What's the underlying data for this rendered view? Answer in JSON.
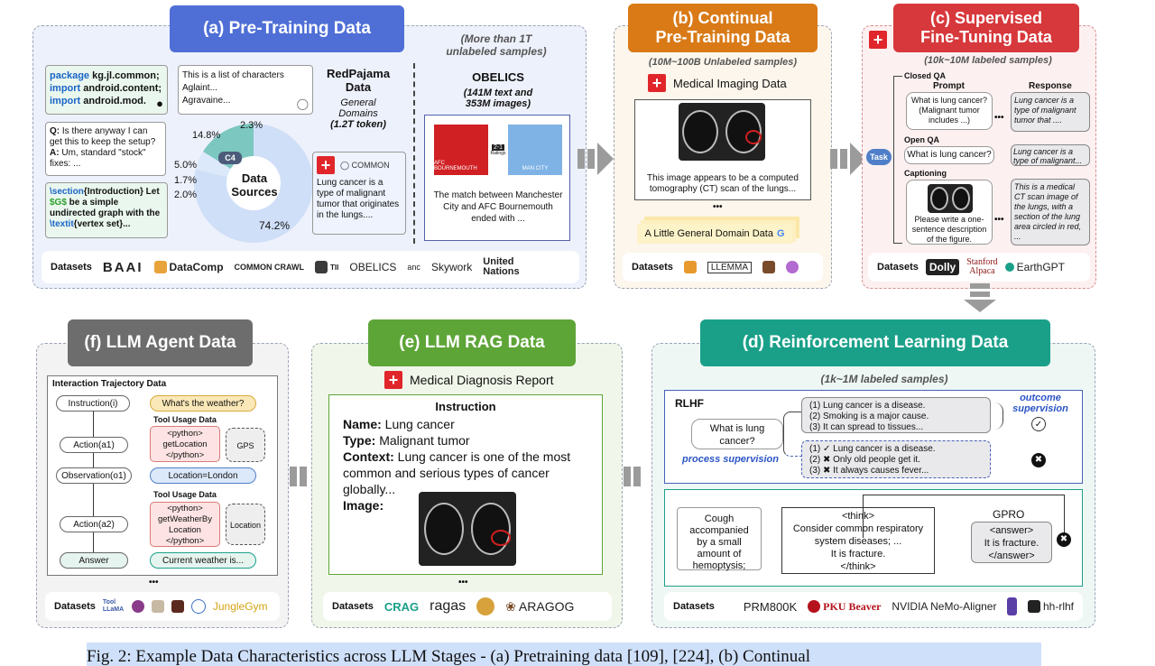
{
  "panels": {
    "a": {
      "title": "(a) Pre-Training Data",
      "note": "(More than 1T\nunlabeled samples)",
      "code": [
        "package",
        " kg.jl.common;",
        "import",
        " android.content;",
        "import",
        " android.mod."
      ],
      "characters": [
        "This is a list of characters",
        "Aglaint...",
        "Agravaine..."
      ],
      "qa": [
        "Q:",
        " Is there anyway I can get this to keep the setup?",
        "A:",
        " Um, standard \"stock\" fixes: ..."
      ],
      "latex": [
        "\\section",
        "{Introduction} Let ",
        "$G$",
        " be a simple undirected graph with the ",
        "\\textit",
        "{vertex set}..."
      ],
      "redpajama": {
        "name": "RedPajama\nData",
        "sub": "General\nDomains",
        "tok": "(1.2T token)"
      },
      "pie": {
        "center": "Data\nSources",
        "c4": "C4",
        "labels": [
          "2.3%",
          "14.8%",
          "5.0%",
          "1.7%",
          "2.0%",
          "74.2%"
        ]
      },
      "lung_text": "Lung cancer is a type of malignant tumor that originates in the lungs....",
      "obelics": {
        "name": "OBELICS",
        "stats": "(141M text and\n353M images)",
        "match": "The match between Manchester City and AFC Bournemouth ended with  ...",
        "team1": "AFC BOURNEMOUTH",
        "team2": "MAN CITY",
        "score": "2-1",
        "ratings": "Ratings"
      },
      "datasets_label": "Datasets",
      "datasets": [
        "BAAI",
        "DataComp",
        "COMMON CRAWL",
        "TII",
        "OBELICS",
        "anc",
        "Skywork",
        "United Nations"
      ]
    },
    "b": {
      "title": "(b) Continual\nPre-Training Data",
      "note": "(10M~100B Unlabeled samples)",
      "header": "Medical Imaging Data",
      "ct_caption": "This image appears to be a computed tomography (CT) scan of the lungs...",
      "dots": "•••",
      "general": "A Little General Domain Data",
      "datasets_label": "Datasets",
      "datasets": [
        "LLEMMA"
      ]
    },
    "c": {
      "title": "(c) Supervised\nFine-Tuning Data",
      "note": "(10k~10M labeled samples)",
      "task": "Task",
      "closed_qa": "Closed QA",
      "prompt_h": "Prompt",
      "response_h": "Response",
      "closed_prompt": "What is lung cancer? (Malignant tumor includes ...)",
      "closed_resp": "Lung cancer is a type of malignant tumor that ....",
      "open_qa": "Open QA",
      "open_prompt": "What is lung cancer?",
      "open_resp": "Lung cancer is a type of malignant...",
      "captioning": "Captioning",
      "cap_prompt": "Please write a one-sentence description of the figure.",
      "cap_resp": "This is a medical CT scan image of the lungs, with a section of the lung area circled in red, ...",
      "datasets_label": "Datasets",
      "datasets": [
        "Dolly",
        "Stanford\nAlpaca",
        "EarthGPT"
      ]
    },
    "d": {
      "title": "(d) Reinforcement Learning Data",
      "note": "(1k~1M labeled samples)",
      "rlhf": "RLHF",
      "question": "What is lung\ncancer?",
      "outcome_items": [
        "(1)   Lung cancer is a disease.",
        "(2)   Smoking is a major cause.",
        "(3)   It can spread to tissues..."
      ],
      "process_items": [
        "(1) ✓  Lung cancer is a disease.",
        "(2) ✖  Only old people get it.",
        "(3) ✖  It always causes fever..."
      ],
      "outcome": "outcome\nsupervision",
      "process": "process supervision",
      "cough": "Cough accompanied by a small amount of hemoptysis;",
      "think": "<think>\nConsider common respiratory\nsystem diseases; ...\nIt is fracture.\n</think>",
      "gpro": "GPRO",
      "answer": "<answer>\nIt is fracture.\n</answer>",
      "datasets_label": "Datasets",
      "datasets": [
        "PRM800K",
        "PKU Beaver",
        "NVIDIA NeMo-Aligner",
        "hh-rlhf"
      ]
    },
    "e": {
      "title": "(e) LLM RAG Data",
      "header": "Medical Diagnosis Report",
      "instruction": "Instruction",
      "name_k": "Name:",
      "name_v": " Lung cancer",
      "type_k": "Type:",
      "type_v": " Malignant tumor",
      "ctx_k": "Context:",
      "ctx_v": " Lung cancer is one of the most common and serious types of cancer globally...",
      "image_k": "Image:",
      "dots": "•••",
      "datasets_label": "Datasets",
      "datasets": [
        "CRAG",
        "ragas",
        "ARAGOG"
      ]
    },
    "f": {
      "title": "(f) LLM Agent Data",
      "traj": "Interaction Trajectory Data",
      "instruction": "Instruction(i)",
      "weather_q": "What's the weather?",
      "tool1": "Tool Usage Data",
      "code1": "<python>\ngetLocation\n</python>",
      "gps": "GPS",
      "action1": "Action(a1)",
      "obs": "Observation(o1)",
      "loc": "Location=London",
      "tool2": "Tool Usage Data",
      "code2": "<python>\ngetWeatherBy\nLocation\n</python>",
      "location": "Location",
      "action2": "Action(a2)",
      "answer": "Answer",
      "current": "Current weather is...",
      "dots": "•••",
      "datasets_label": "Datasets",
      "datasets": [
        "Tool LLaMA",
        "JungleGym"
      ]
    }
  },
  "caption": "Fig. 2: Example Data Characteristics across LLM Stages - (a) Pretraining data [109], [224], (b) Continual",
  "colors": {
    "a": "#4f6fd6",
    "b": "#d97a17",
    "c": "#d7383c",
    "d": "#1aa089",
    "e": "#5ea538",
    "f": "#6d6d6d"
  }
}
